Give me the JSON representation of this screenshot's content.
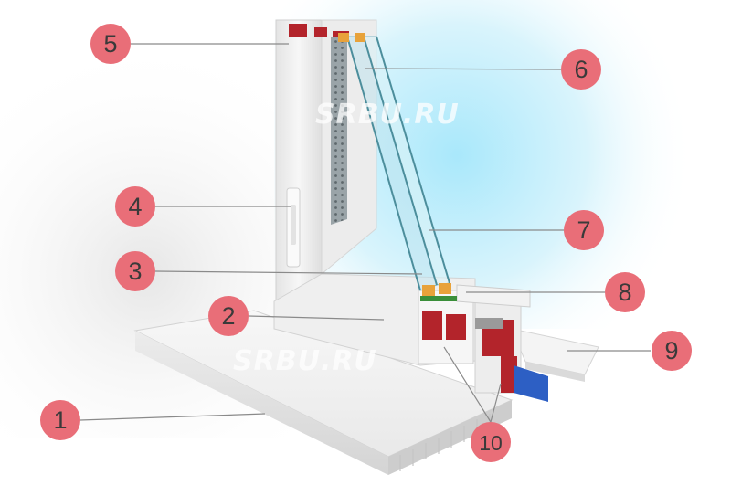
{
  "watermarks": [
    {
      "text": "SRBU.RU"
    },
    {
      "text": "SRBU.RU"
    }
  ],
  "callouts": [
    {
      "label": "1"
    },
    {
      "label": "2"
    },
    {
      "label": "3"
    },
    {
      "label": "4"
    },
    {
      "label": "5"
    },
    {
      "label": "6"
    },
    {
      "label": "7"
    },
    {
      "label": "8"
    },
    {
      "label": "9"
    },
    {
      "label": "10"
    }
  ],
  "colors": {
    "marker_fill": "#e96e78",
    "marker_text": "#3a3a3a",
    "leader_line": "#8a8a8a",
    "pvc_white": "#f1f1f1",
    "reinforcement_red": "#b3242b",
    "seal_orange": "#e8a23a",
    "glass_tint": "#bfe4ee",
    "drip_blue": "#2d5fc4",
    "sky_glow": "#c9eefa"
  }
}
